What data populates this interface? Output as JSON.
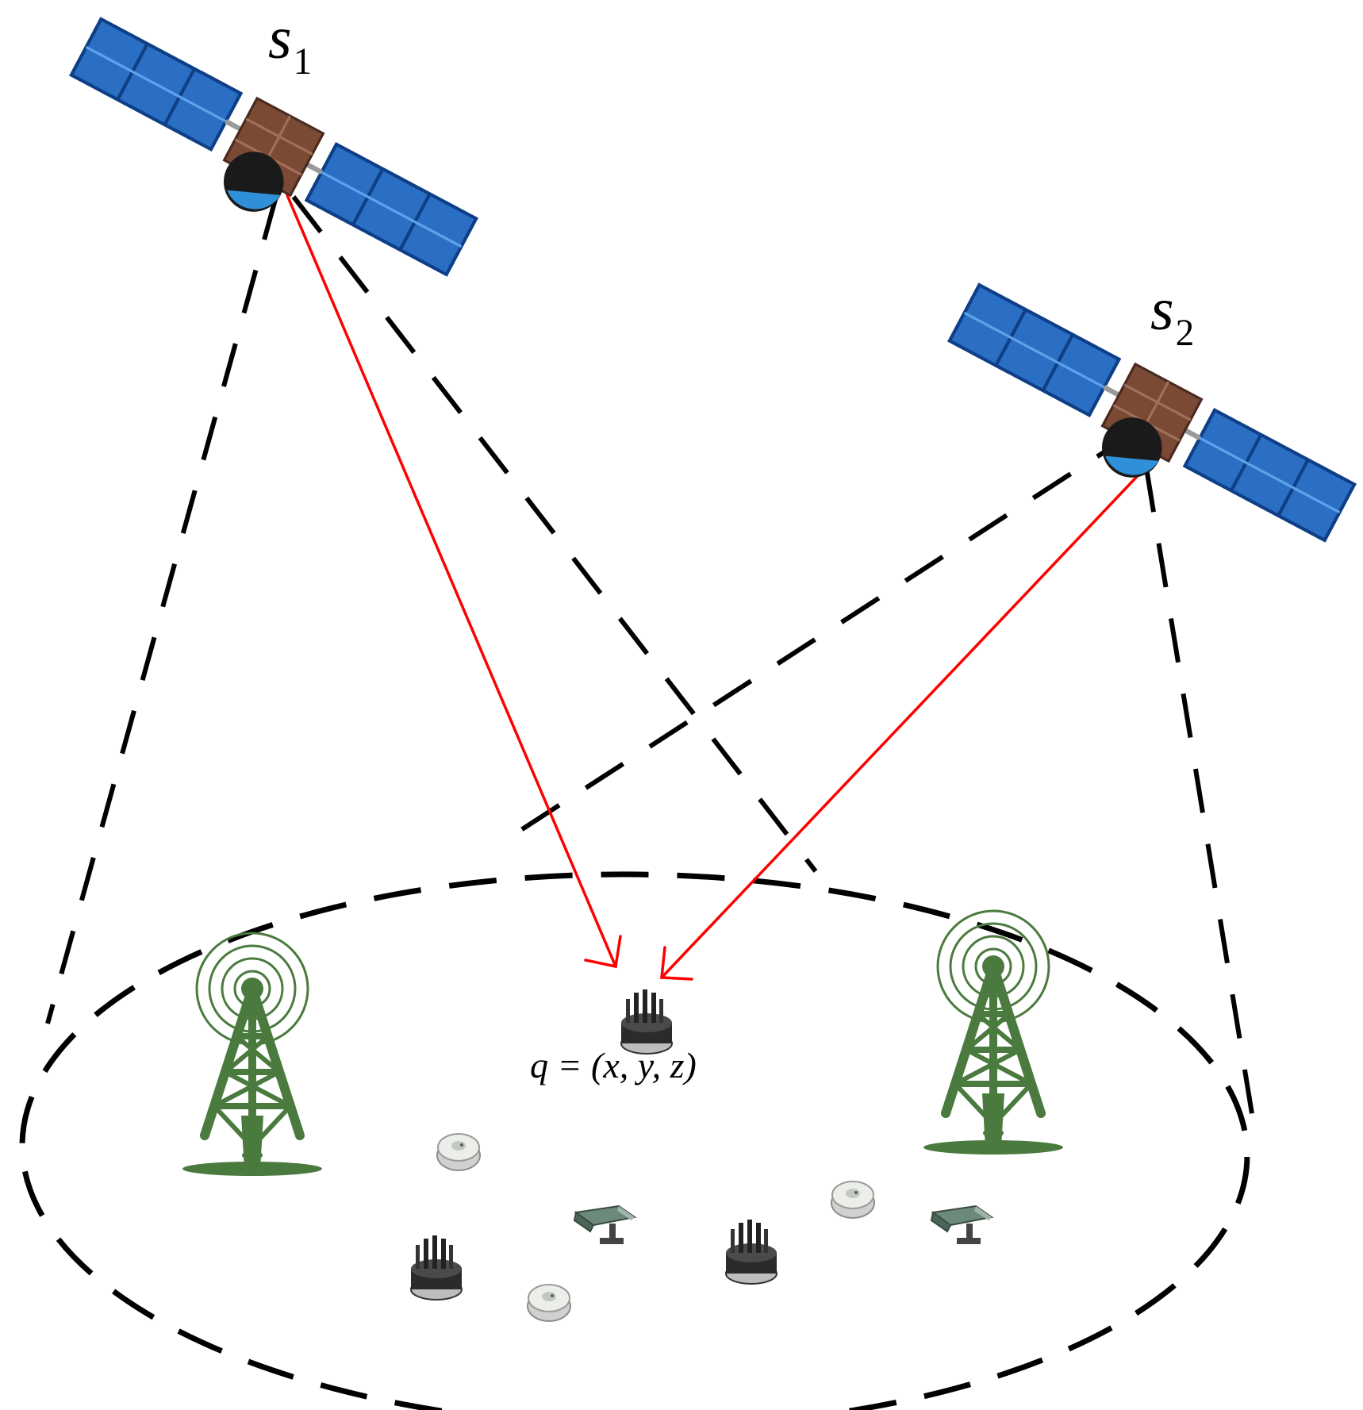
{
  "labels": {
    "satellite_1": {
      "main": "s",
      "sub": "1"
    },
    "satellite_2": {
      "main": "s",
      "sub": "2"
    },
    "target_point": "q = (x, y, z)"
  },
  "colors": {
    "coverage_boundary": "#000000",
    "signal_arrow": "#ff0000",
    "tower": "#4a7a3e",
    "solar_panel": "#2a6fc4",
    "satellite_body": "#7a4a35",
    "background": "#ffffff"
  },
  "icons": {
    "satellites": [
      "satellite-icon",
      "satellite-icon"
    ],
    "towers": [
      "cell-tower-icon",
      "cell-tower-icon"
    ],
    "devices": [
      "gateway-icon",
      "gateway-icon",
      "gateway-icon",
      "smoke-detector-icon",
      "smoke-detector-icon",
      "smoke-detector-icon",
      "camera-icon",
      "camera-icon"
    ]
  }
}
